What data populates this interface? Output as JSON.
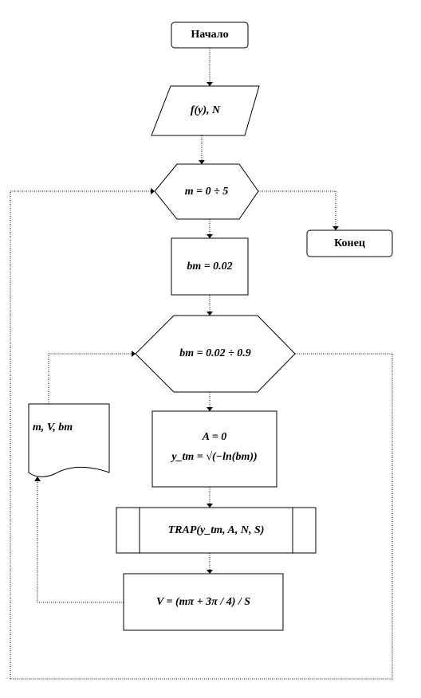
{
  "flowchart": {
    "start": "Начало",
    "input": "f(y), N",
    "outer_loop": "m = 0 ÷ 5",
    "end": "Конец",
    "init_bm": "bm = 0.02",
    "inner_loop": "bm = 0.02 ÷ 0.9",
    "output": "m, V, bm",
    "assign_a": "A = 0",
    "assign_ytm": "y_tm = √(−ln(bm))",
    "subroutine": "TRAP(y_tm, A, N, S)",
    "compute_v": "V = (mπ + 3π / 4) / S"
  }
}
